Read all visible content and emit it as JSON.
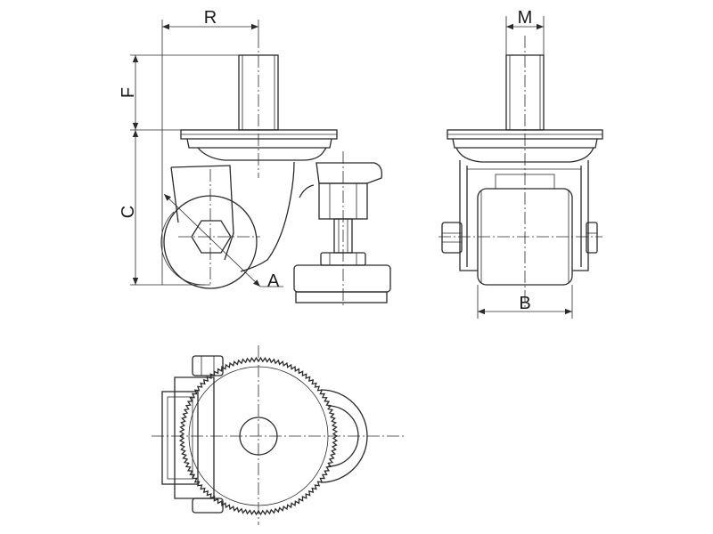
{
  "dimensions": {
    "r": "R",
    "m": "M",
    "f": "F",
    "c": "C",
    "a": "A",
    "b": "B"
  },
  "colors": {
    "line": "#2a2a2a",
    "background": "#ffffff"
  }
}
